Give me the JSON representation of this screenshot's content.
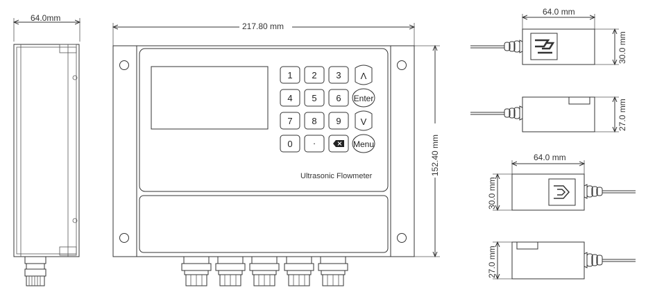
{
  "dimensions": {
    "side_width": "64.0mm",
    "front_width": "217.80 mm",
    "front_height": "152.40 mm",
    "sensor_top_width": "64.0 mm",
    "sensor_top_height": "30.0 mm",
    "sensor_side_height": "27.0 mm",
    "sensor2_width": "64.0 mm",
    "sensor2_height": "30.0 mm",
    "sensor2_side_height": "27.0 mm"
  },
  "keypad": {
    "keys": [
      "1",
      "2",
      "3",
      "4",
      "5",
      "6",
      "7",
      "8",
      "9",
      "0",
      "·"
    ],
    "up": "Λ",
    "enter": "Enter",
    "down": "V",
    "menu": "Menu",
    "backspace_icon": "backspace-icon"
  },
  "brand_label": "Ultrasonic Flowmeter"
}
